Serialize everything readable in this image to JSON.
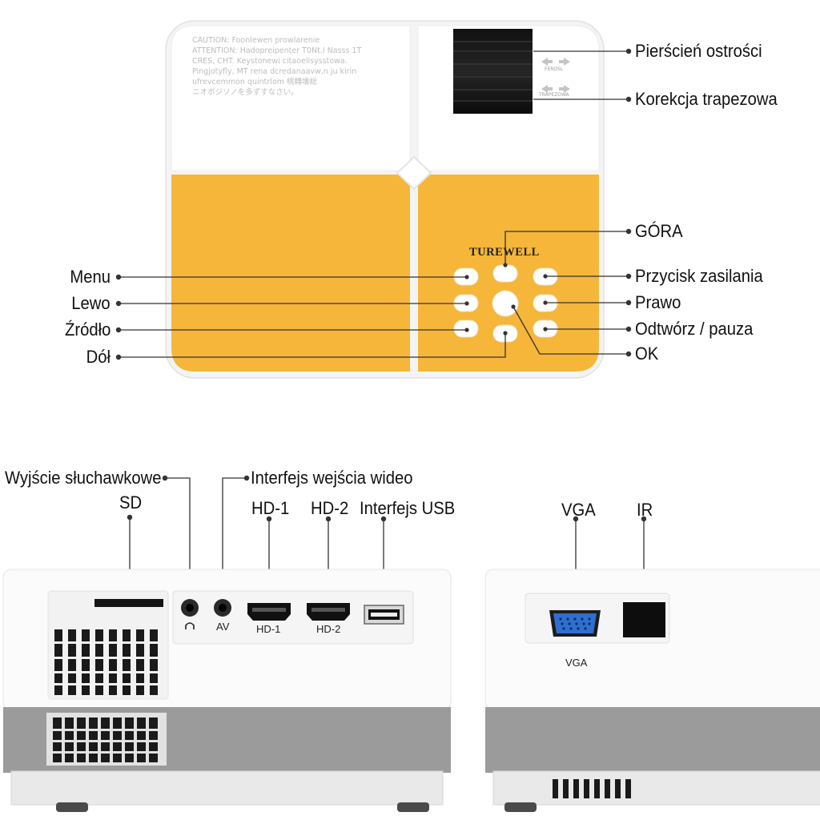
{
  "top_unit": {
    "warning_lines": [
      "CAUTION: Foonlewen prowlarenie",
      "ATTENTION: Hadopreipenter T0Nt.I Nasss 1T",
      "CRES, CHT. Keystonewi citaoelisysstowa.",
      "Pingjotyfly, MT rena dcredanaavw,n ju kirin",
      "ufrevcemmon quintrlom 桃轉壊総",
      "ニオボジソノを多ずすなさい。"
    ],
    "brand": "TUREWELL",
    "focus_mark": "FEROSL",
    "keystone_mark": "TRAPEZOWA",
    "labels": {
      "focus_ring": "Pierścień ostrości",
      "keystone": "Korekcja trapezowa",
      "up": "GÓRA",
      "menu": "Menu",
      "power": "Przycisk zasilania",
      "left": "Lewo",
      "right": "Prawo",
      "source": "Źródło",
      "play_pause": "Odtwórz / pauza",
      "down": "Dół",
      "ok": "OK"
    }
  },
  "rear_panel": {
    "labels": {
      "headphone": "Wyjście słuchawkowe",
      "sd": "SD",
      "av_input": "Interfejs wejścia wideo",
      "hd1": "HD-1",
      "hd2": "HD-2",
      "usb": "Interfejs USB"
    },
    "port_text": {
      "av": "AV",
      "hd1": "HD-1",
      "hd2": "HD-2"
    }
  },
  "side_panel": {
    "labels": {
      "vga": "VGA",
      "ir": "IR"
    },
    "port_text": {
      "vga": "VGA"
    }
  },
  "colors": {
    "body_white": "#ffffff",
    "body_orange": "#f5b63a",
    "bottom_gray": "#9b9b9b",
    "vga_blue": "#2f6fd1"
  },
  "icons": [
    "headphone-icon",
    "usb-port-icon",
    "hdmi-port-icon",
    "vga-port-icon",
    "ir-sensor-icon",
    "vent-icon",
    "arrow-icon"
  ]
}
